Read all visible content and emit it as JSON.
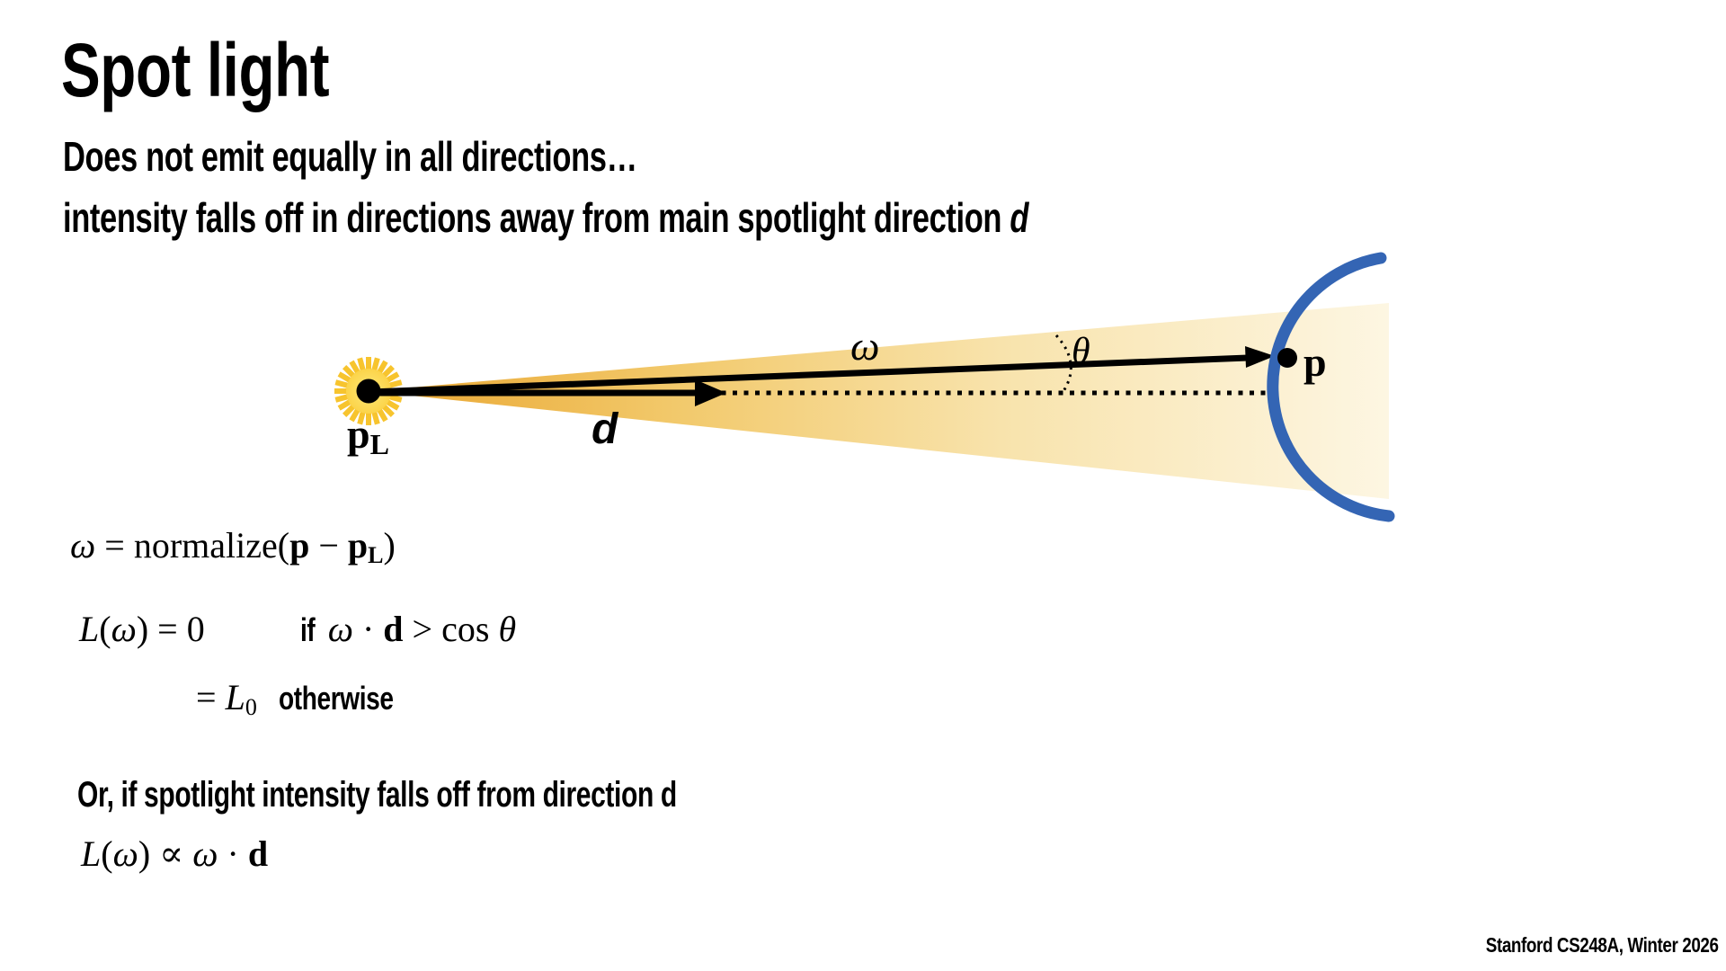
{
  "slide": {
    "title": "Spot light",
    "subtitle1": "Does not emit equally in all directions…",
    "subtitle2_main": "intensity falls off in directions away from main spotlight direction ",
    "subtitle2_d": "d",
    "or_line": "Or, if spotlight intensity falls off from direction d",
    "footer": "Stanford CS248A, Winter 2026"
  },
  "diagram": {
    "labels": {
      "light_pos_base": "p",
      "light_pos_sub": "L",
      "direction": "d",
      "omega": "ω",
      "theta": "θ",
      "point": "p"
    },
    "colors": {
      "cone_near": "#E9A52F",
      "cone_mid": "#F2C96B",
      "cone_pale": "#F8E3AC",
      "cone_far": "#FDF6E2",
      "sun_ray": "#F7C42E",
      "sun_disc": "#FBD348",
      "surface_arc_blue": "#3465B4",
      "ink": "#000000"
    }
  },
  "math": {
    "l1": {
      "t0": "ω",
      "t1": " = ",
      "t2": "normalize",
      "t3": "(",
      "t4": "p",
      "t5": " − ",
      "t6": "p",
      "t7": "L",
      "t8": ")"
    },
    "l2": {
      "t0": "L",
      "t1": "(",
      "t2": "ω",
      "t3": ")",
      "t4": " = ",
      "t5": "0",
      "cond": "if",
      "t6": " ω",
      "t7": " · ",
      "t8": "d",
      "t9": " > ",
      "t10": "cos ",
      "t11": "θ"
    },
    "l3": {
      "t0": "= ",
      "t1": "L",
      "t2": "0",
      "cond": "otherwise"
    },
    "l4": {
      "t0": "L",
      "t1": "(",
      "t2": "ω",
      "t3": ")",
      "t4": " ∝ ",
      "t5": "ω",
      "t6": " · ",
      "t7": "d"
    }
  }
}
